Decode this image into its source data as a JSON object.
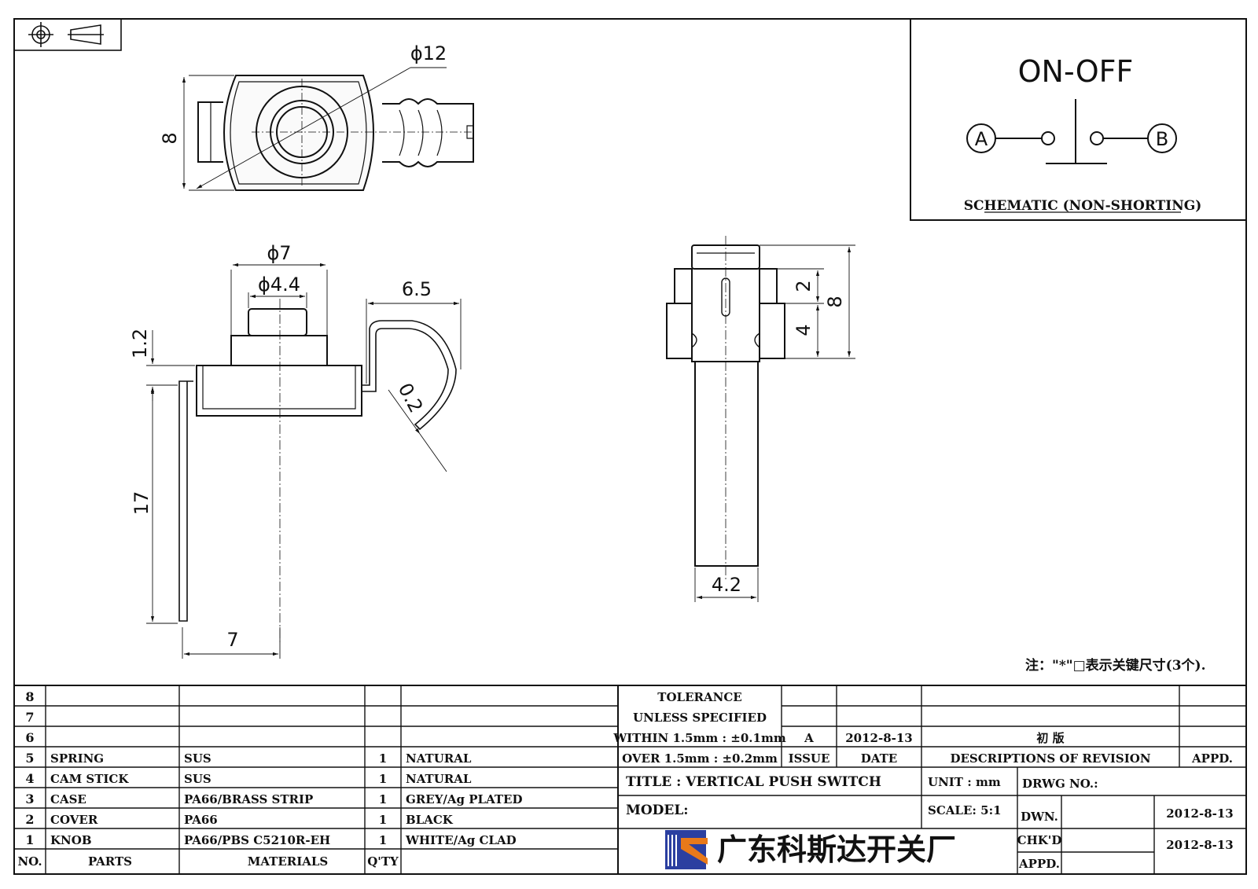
{
  "dimensions": {
    "top_height": "8",
    "top_dia": "ϕ12",
    "outer_dia": "ϕ7",
    "inner_dia": "ϕ4.4",
    "reach": "6.5",
    "knob_h": "1.2",
    "thickness": "0.2",
    "lead_len": "17",
    "lead_offset": "7",
    "side_dim_2": "2",
    "side_dim_4": "4",
    "side_dim_8": "8",
    "side_width": "4.2"
  },
  "schematic": {
    "title": "ON-OFF",
    "terminal_a": "A",
    "terminal_b": "B",
    "caption": "SCHEMATIC (NON-SHORTING)"
  },
  "note": "注：\"*\"□表示关键尺寸(3个).",
  "bom": {
    "row_numbers": [
      "8",
      "7",
      "6",
      "5",
      "4",
      "3",
      "2",
      "1"
    ],
    "rows": [
      {
        "no": "5",
        "part": "SPRING",
        "material": "SUS",
        "qty": "1",
        "finish": "NATURAL"
      },
      {
        "no": "4",
        "part": "CAM STICK",
        "material": "SUS",
        "qty": "1",
        "finish": "NATURAL"
      },
      {
        "no": "3",
        "part": "CASE",
        "material": "PA66/BRASS STRIP",
        "qty": "1",
        "finish": "GREY/Ag PLATED"
      },
      {
        "no": "2",
        "part": "COVER",
        "material": "PA66",
        "qty": "1",
        "finish": "BLACK"
      },
      {
        "no": "1",
        "part": "KNOB",
        "material": "PA66/PBS C5210R-EH",
        "qty": "1",
        "finish": "WHITE/Ag CLAD"
      }
    ],
    "headers": {
      "no": "NO.",
      "parts": "PARTS",
      "materials": "MATERIALS",
      "qty": "Q'TY"
    }
  },
  "title_block": {
    "tolerance_1": "TOLERANCE",
    "tolerance_2": "UNLESS  SPECIFIED",
    "tolerance_3": "WITHIN 1.5mm : ±0.1mm",
    "tolerance_4": "OVER 1.5mm : ±0.2mm",
    "issue_value": "A",
    "date_value": "2012-8-13",
    "revision_value": "初  版",
    "issue_label": "ISSUE",
    "date_label": "DATE",
    "desc_label": "DESCRIPTIONS OF REVISION",
    "appd_label": "APPD.",
    "title_label": "TITLE :  VERTICAL PUSH SWITCH",
    "unit_label": "UNIT :  mm",
    "drwg_label": "DRWG NO.:",
    "model_label": "MODEL:",
    "scale_label": "SCALE:  5:1",
    "dwn_label": "DWN.",
    "dwn_date": "2012-8-13",
    "chkd_label": "CHK'D",
    "chkd_date": "2012-8-13",
    "appd2_label": "APPD.",
    "company": "广东科斯达开关厂",
    "logo_colors": {
      "blue": "#2b3fa0",
      "orange": "#e8791a"
    }
  }
}
